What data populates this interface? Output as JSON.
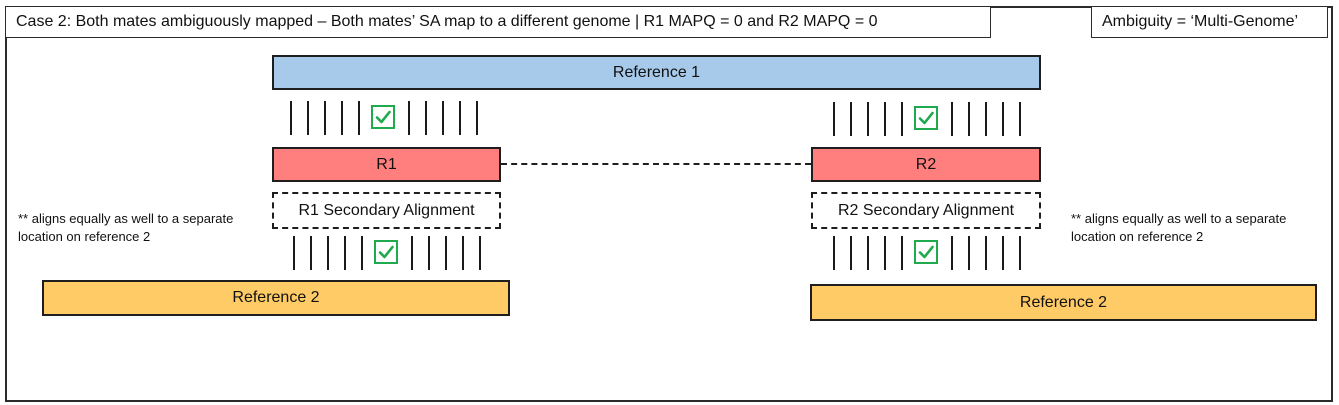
{
  "header": {
    "case_title": "Case 2: Both mates ambiguously mapped – Both mates’ SA map to a different genome | R1 MAPQ = 0 and R2 MAPQ = 0",
    "ambiguity_label": "Ambiguity = ‘Multi-Genome’"
  },
  "diagram": {
    "reference1_label": "Reference 1",
    "r1_label": "R1",
    "r2_label": "R2",
    "r1_secondary_label": "R1 Secondary Alignment",
    "r2_secondary_label": "R2 Secondary Alignment",
    "left_reference2_label": "Reference 2",
    "right_reference2_label": "Reference 2",
    "left_note_line1": "** aligns equally as well to a separate",
    "left_note_line2": "location on reference 2",
    "right_note_line1": "** aligns equally as well to a separate",
    "right_note_line2": "location on reference 2"
  },
  "colors": {
    "reference1": "#a7c9ea",
    "read": "#ff7f7f",
    "reference2": "#ffcb66",
    "check_green": "#1faa4e"
  },
  "icons": {
    "match": "checkbox-check-icon"
  }
}
